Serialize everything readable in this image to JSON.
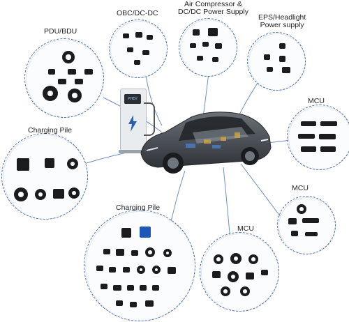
{
  "labels": {
    "pdu_bdu": "PDU/BDU",
    "obc_dcdc": "OBC/DC-DC",
    "air_compressor_line1": "Air Compressor &",
    "air_compressor_line2": "DC/DC Power Supply",
    "eps_line1": "EPS/Headlight",
    "eps_line2": "Power supply",
    "mcu_right": "MCU",
    "charging_pile_left": "Charging Pile",
    "mcu_lower_right": "MCU",
    "charging_pile_bottom": "Charging Pile",
    "mcu_bottom": "MCU"
  },
  "charger_screen_text": "PHEV",
  "colors": {
    "ring": "#4a6fa8",
    "connector_line": "#6d8fc4",
    "car_body": "#3b4046",
    "charger_accent": "#2b5fb0"
  }
}
